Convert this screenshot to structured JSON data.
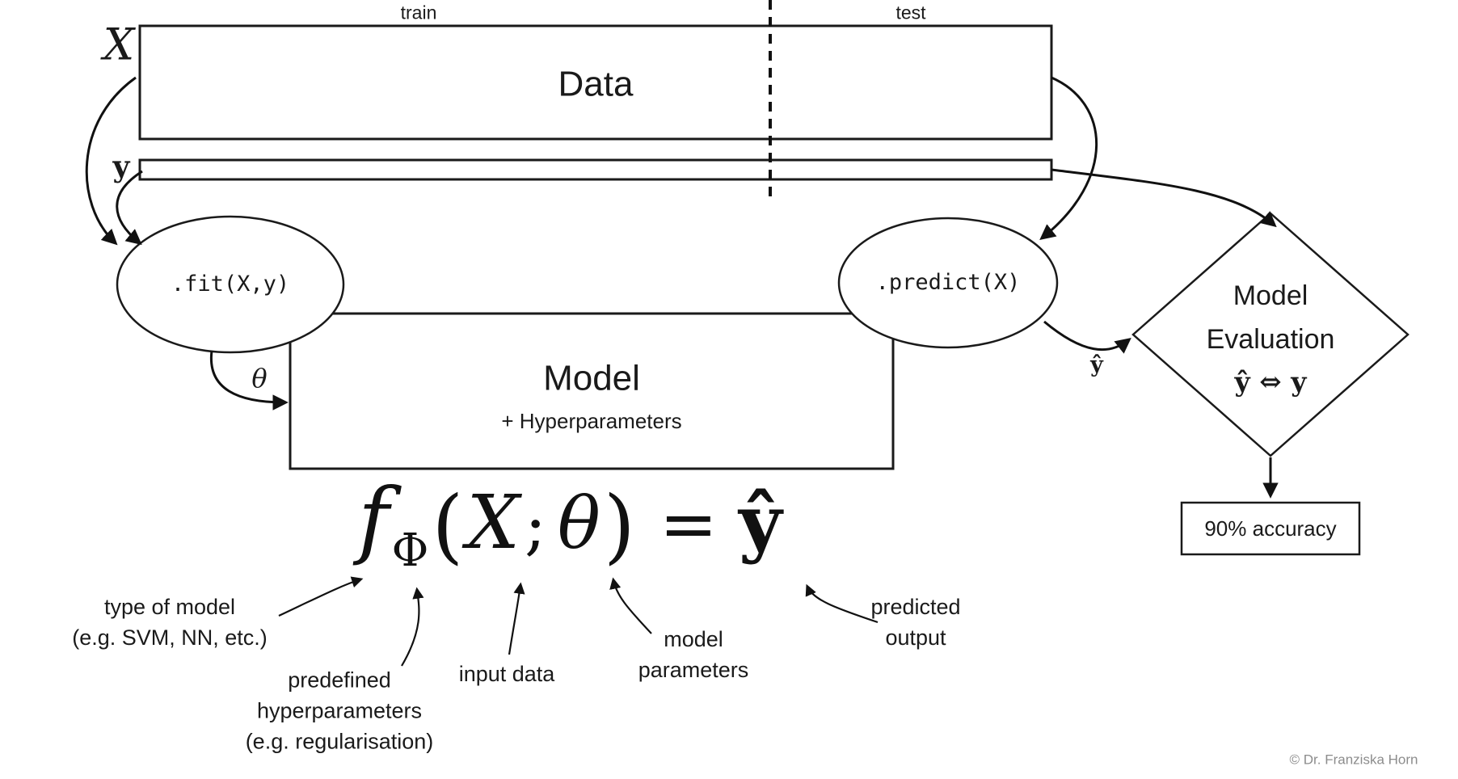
{
  "labels": {
    "train": "train",
    "test": "test",
    "x_var": "X",
    "y_var": "y",
    "theta": "θ",
    "y_hat": "ŷ"
  },
  "data_box": {
    "title": "Data"
  },
  "fit": {
    "label": ".fit(X,y)"
  },
  "predict": {
    "label": ".predict(X)"
  },
  "model": {
    "title": "Model",
    "subtitle": "+ Hyperparameters"
  },
  "formula": {
    "f": "f",
    "phi": "Φ",
    "open": "(",
    "x": "X",
    "semi": ";",
    "theta": "θ",
    "close": ")",
    "equals": "=",
    "yhat": "ŷ"
  },
  "evaluation": {
    "line1": "Model",
    "line2": "Evaluation",
    "line3": "ŷ ⇔ y"
  },
  "accuracy": {
    "label": "90% accuracy"
  },
  "annotations": {
    "type_of_model": {
      "line1": "type of model",
      "line2": "(e.g. SVM, NN, etc.)"
    },
    "hyperparameters": {
      "line1": "predefined",
      "line2": "hyperparameters",
      "line3": "(e.g. regularisation)"
    },
    "input_data": {
      "line1": "input data"
    },
    "model_parameters": {
      "line1": "model",
      "line2": "parameters"
    },
    "predicted_output": {
      "line1": "predicted",
      "line2": "output"
    }
  },
  "credit": "© Dr. Franziska Horn"
}
